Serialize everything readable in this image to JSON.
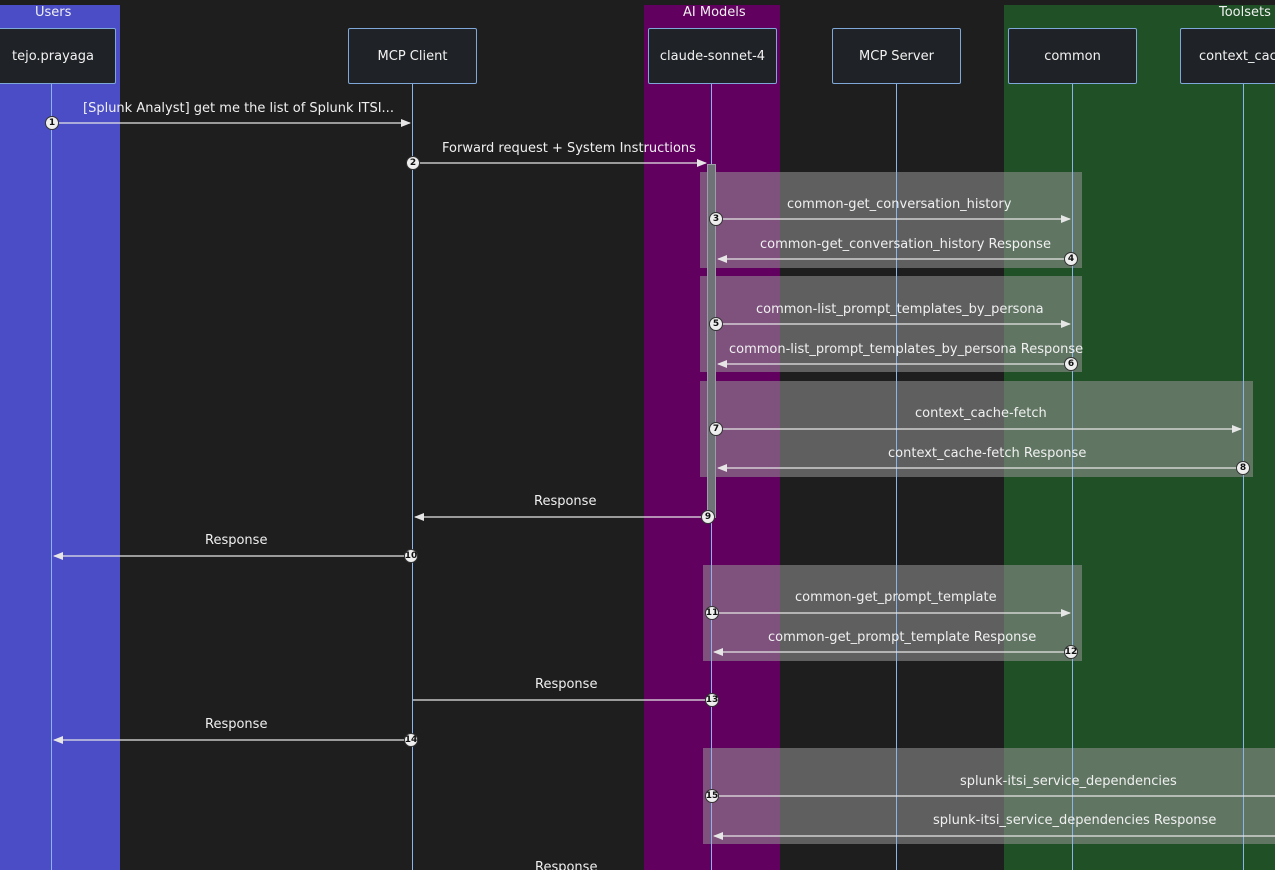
{
  "groups": {
    "users": "Users",
    "ai_models": "AI Models",
    "toolsets": "Toolsets"
  },
  "colors": {
    "background": "#1e1e1e",
    "users_group": "#4b4dc7",
    "ai_models_group": "#620060",
    "toolsets_group": "#1f5026",
    "lifeline": "#8ab4ea",
    "arrow": "#e6e6e6"
  },
  "participants": {
    "user": "tejo.prayaga",
    "mcp_client": "MCP Client",
    "model": "claude-sonnet-4",
    "mcp_server": "MCP Server",
    "common": "common",
    "context_cache": "context_cac"
  },
  "messages": [
    {
      "num": "1",
      "text": "[Splunk Analyst] get me the list of Splunk ITSI..."
    },
    {
      "num": "2",
      "text": "Forward request + System Instructions"
    },
    {
      "num": "3",
      "text": "common-get_conversation_history"
    },
    {
      "num": "4",
      "text": "common-get_conversation_history Response"
    },
    {
      "num": "5",
      "text": "common-list_prompt_templates_by_persona"
    },
    {
      "num": "6",
      "text": "common-list_prompt_templates_by_persona Response"
    },
    {
      "num": "7",
      "text": "context_cache-fetch"
    },
    {
      "num": "8",
      "text": "context_cache-fetch Response"
    },
    {
      "num": "9",
      "text": "Response"
    },
    {
      "num": "10",
      "text": "Response"
    },
    {
      "num": "11",
      "text": "common-get_prompt_template"
    },
    {
      "num": "12",
      "text": "common-get_prompt_template Response"
    },
    {
      "num": "13",
      "text": "Response"
    },
    {
      "num": "14",
      "text": "Response"
    },
    {
      "num": "15",
      "text": "splunk-itsi_service_dependencies"
    },
    {
      "num": "",
      "text": "splunk-itsi_service_dependencies Response"
    },
    {
      "num": "",
      "text": "Response"
    }
  ]
}
